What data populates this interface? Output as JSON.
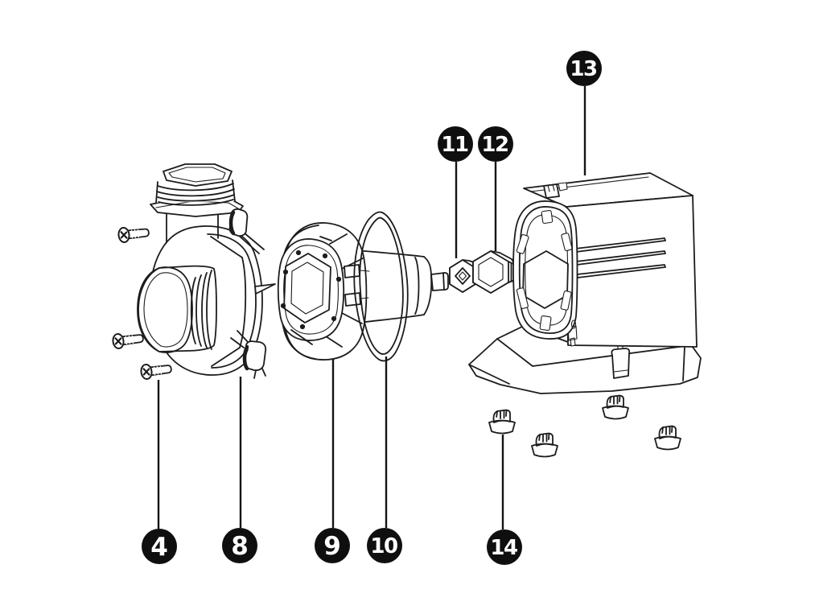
{
  "figure": {
    "type": "exploded-parts-diagram",
    "background_color": "#ffffff",
    "line_color": "#1c1c1c",
    "callout_fill_color": "#0f0f0f",
    "callout_text_color": "#ffffff"
  },
  "callouts": [
    {
      "number": "4"
    },
    {
      "number": "8"
    },
    {
      "number": "9"
    },
    {
      "number": "10"
    },
    {
      "number": "11"
    },
    {
      "number": "12"
    },
    {
      "number": "13"
    },
    {
      "number": "14"
    }
  ]
}
